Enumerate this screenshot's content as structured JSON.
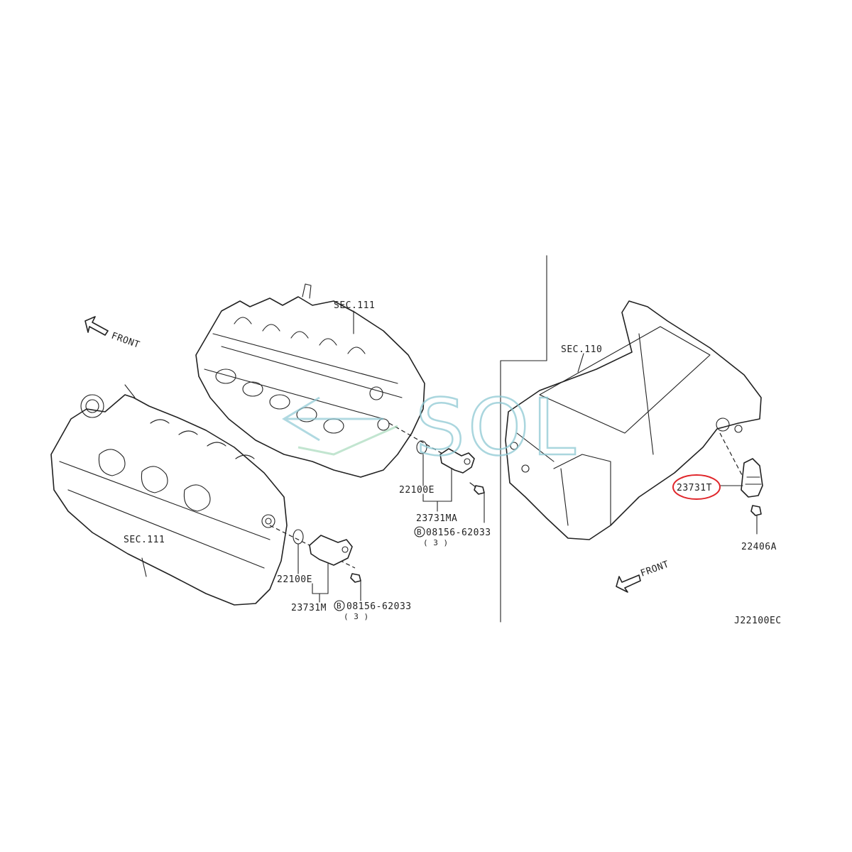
{
  "watermark": {
    "text": "SOL",
    "color": "#8ec9d4"
  },
  "highlight_color": "#e0262b",
  "labels": {
    "sec111_top": "SEC.111",
    "sec111_bottom": "SEC.111",
    "sec110": "SEC.110",
    "front_left": "FRONT",
    "front_right": "FRONT",
    "oring_upper": "22100E",
    "oring_lower": "22100E",
    "sensor_upper": "23731MA",
    "sensor_lower": "23731M",
    "bolt_upper": "08156-62033",
    "bolt_lower": "08156-62033",
    "bolt_upper_qty": "( 3 )",
    "bolt_lower_qty": "( 3 )",
    "bolt_prefix": "B",
    "crank_sensor": "23731T",
    "crank_bolt": "22406A",
    "diagram_code": "J22100EC"
  }
}
